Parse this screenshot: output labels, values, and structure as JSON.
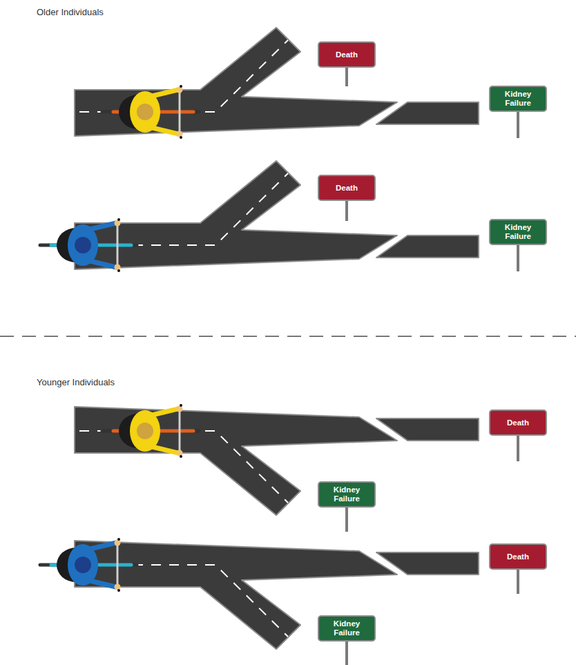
{
  "diagram": {
    "nodes": [
      {
        "text": [
          "Death"
        ]
      },
      {
        "text": [
          "Kidney Failure"
        ]
      },
      {
        "text": [
          "Death"
        ]
      },
      {
        "text": [
          "Kidney Failure"
        ]
      },
      {
        "text": [
          "Death"
        ]
      },
      {
        "text": [
          "Kidney Failure"
        ]
      },
      {
        "text": [
          "Death"
        ]
      },
      {
        "text": [
          "Kidney Failure"
        ]
      }
    ],
    "labels": [
      "Older Individuals",
      "Younger Individuals"
    ]
  }
}
